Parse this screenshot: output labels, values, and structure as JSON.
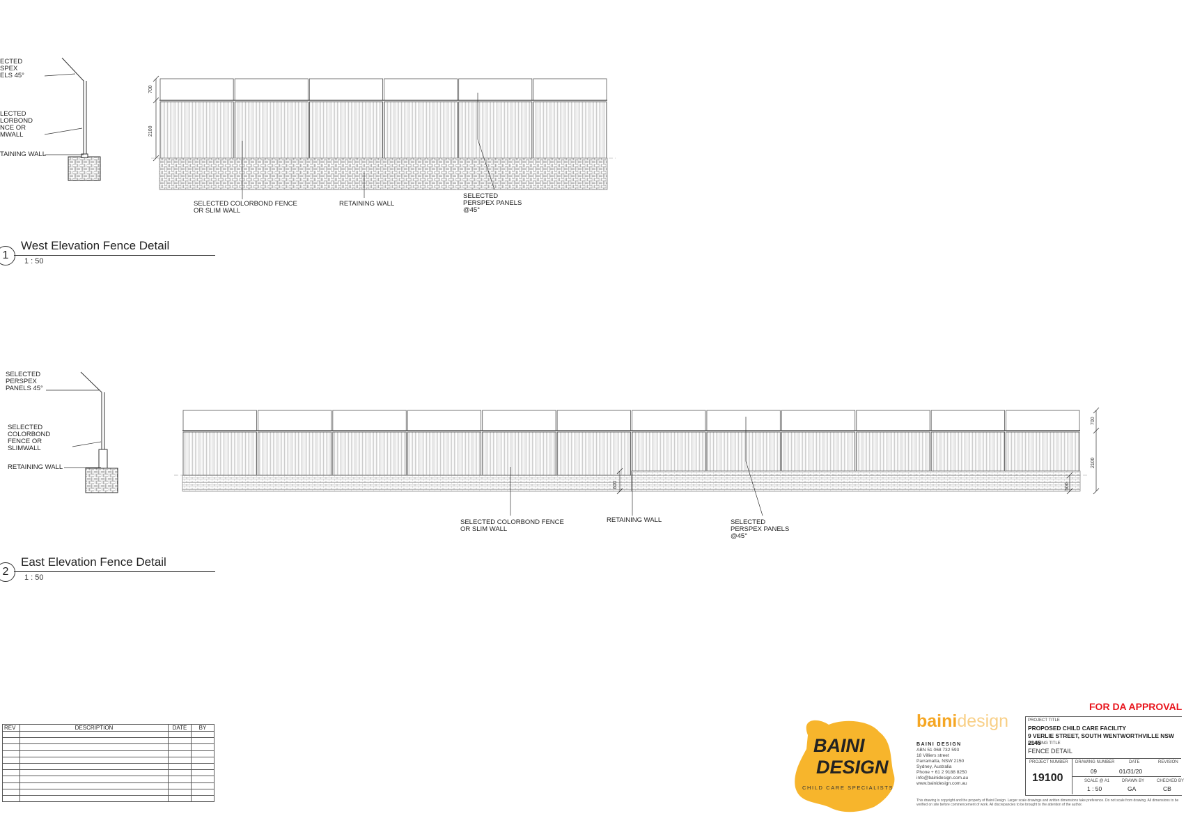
{
  "west": {
    "section_labels": {
      "perspex": "ECTED\nSPEX\nELS 45°",
      "colorbond": "LECTED\nLORBOND\nNCE OR\nMWALL",
      "retaining": "TAINING WALL"
    },
    "elev_labels": {
      "colorbond": "SELECTED COLORBOND FENCE\nOR SLIM WALL",
      "retaining": "RETAINING WALL",
      "perspex": "SELECTED\nPERSPEX PANELS\n@45°"
    },
    "dims": {
      "top": "700",
      "mid": "2100"
    },
    "view_number": "1",
    "view_title": "West Elevation Fence Detail",
    "view_scale": "1 : 50"
  },
  "east": {
    "section_labels": {
      "perspex": "SELECTED\nPERSPEX\nPANELS 45°",
      "colorbond": "SELECTED\nCOLORBOND\nFENCE OR\nSLIMWALL",
      "retaining": "RETAINING WALL"
    },
    "elev_labels": {
      "colorbond": "SELECTED COLORBOND FENCE\nOR SLIM WALL",
      "retaining": "RETAINING WALL",
      "perspex": "SELECTED\nPERSPEX PANELS\n@45°"
    },
    "dims": {
      "top": "700",
      "mid": "2100",
      "wall_left": "600",
      "wall_right": "500"
    },
    "view_number": "2",
    "view_title": "East Elevation Fence Detail",
    "view_scale": "1 : 50"
  },
  "revision_table": {
    "headers": [
      "REV",
      "DESCRIPTION",
      "DATE",
      "BY"
    ],
    "row_count": 11
  },
  "stamp": "FOR DA APPROVAL",
  "logo": {
    "line1": "BAINI",
    "line2": "DESIGN",
    "tagline": "CHILD CARE SPECIALISTS"
  },
  "brand": {
    "word_bold": "baini",
    "word_light": "design",
    "company": "BAINI DESIGN",
    "address_lines": [
      "ABN 51 068 732 593",
      "18 Villiers street",
      "Parramatta, NSW 2150",
      "Sydney, Australia",
      "Phone + 61 2 9188 8250",
      "info@bainidesign.com.au",
      "www.bainidesign.com.au"
    ]
  },
  "title_block": {
    "project_title_label": "PROJECT TITLE",
    "project_title": "PROPOSED CHILD CARE FACILITY",
    "project_address": "9 VERLIE STREET, SOUTH WENTWORTHVILLE NSW 2145",
    "drawing_title_label": "DRAWING TITLE",
    "drawing_title": "FENCE DETAIL",
    "project_number_label": "PROJECT NUMBER",
    "project_number": "19100",
    "drawing_number_label": "DRAWING NUMBER",
    "drawing_number": "09",
    "date_label": "DATE",
    "date": "01/31/20",
    "revision_label": "REVISION",
    "revision": "",
    "scale_label": "SCALE @ A1",
    "scale": "1 : 50",
    "drawn_by_label": "DRAWN BY",
    "drawn_by": "GA",
    "checked_by_label": "CHECKED BY",
    "checked_by": "CB"
  },
  "footer_note": "This drawing is copyright and the property of Baini Design. Larger scale drawings and written dimensions take preference. Do not scale from drawing. All dimensions to be verified on site before commencement of work. All discrepancies to be brought to the attention of the author.",
  "colors": {
    "line": "#333333",
    "stamp_red": "#e8141c",
    "logo_yellow": "#f7b52c",
    "brand_orange": "#f5a623"
  }
}
